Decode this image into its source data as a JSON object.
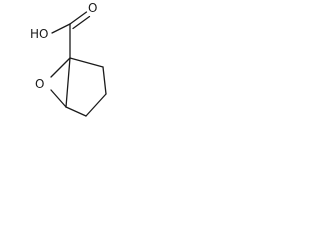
{
  "structure": {
    "atoms": {
      "hydroxyl": "HO",
      "carbonyl_oxygen": "O",
      "epoxide_oxygen": "O"
    },
    "colors": {
      "ink": "#1a1a1a",
      "background": "#ffffff"
    }
  }
}
